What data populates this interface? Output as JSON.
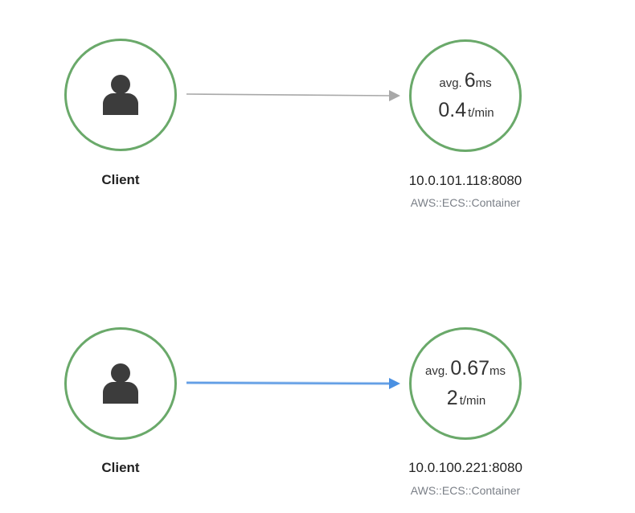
{
  "groups": [
    {
      "client": {
        "label": "Client",
        "icon": "user-icon"
      },
      "edge": {
        "color": "#a0a0a0"
      },
      "service": {
        "avg_prefix": "avg.",
        "latency": "6",
        "latency_unit": "ms",
        "throughput": "0.4",
        "throughput_unit": "t/min",
        "name": "10.0.101.118:8080",
        "type": "AWS::ECS::Container"
      }
    },
    {
      "client": {
        "label": "Client",
        "icon": "user-icon"
      },
      "edge": {
        "color": "#4a90e2"
      },
      "service": {
        "avg_prefix": "avg.",
        "latency": "0.67",
        "latency_unit": "ms",
        "throughput": "2",
        "throughput_unit": "t/min",
        "name": "10.0.100.221:8080",
        "type": "AWS::ECS::Container"
      }
    }
  ],
  "colors": {
    "node_border": "#6aa96a",
    "icon": "#3c3c3c",
    "type_text": "#7a7f87"
  }
}
